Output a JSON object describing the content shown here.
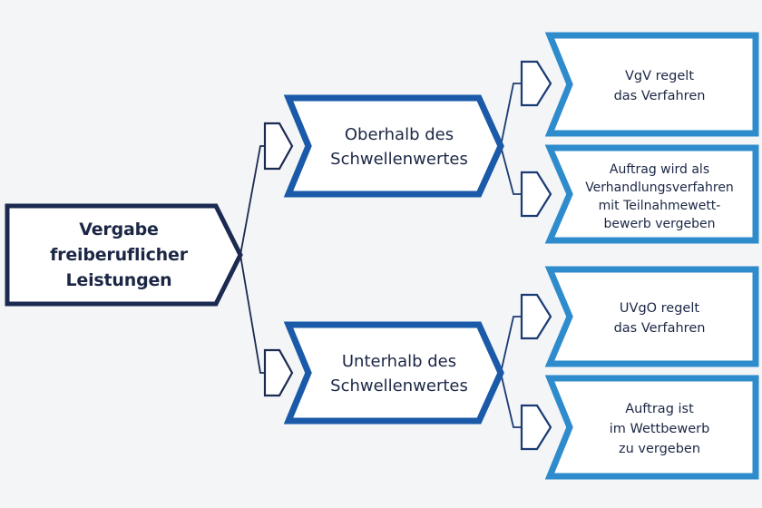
{
  "diagram": {
    "title_node": {
      "id": "root",
      "lines": [
        "Vergabe",
        "freiberuflicher",
        "Leistungen"
      ],
      "border_color": "#1b2a50",
      "fill_color": "#ffffff",
      "text_color": "#1b2745"
    },
    "branches": [
      {
        "id": "oberhalb",
        "lines": [
          "Oberhalb des",
          "Schwellenwertes"
        ],
        "border_color": "#1a5aa8",
        "fill_color": "#ffffff",
        "text_color": "#1b2745",
        "children": [
          {
            "id": "vgv",
            "lines": [
              "VgV regelt",
              "das Verfahren"
            ],
            "border_color": "#2e8bcc",
            "fill_color": "#ffffff",
            "text_color": "#1b2745"
          },
          {
            "id": "verhandlungsverfahren",
            "lines": [
              "Auftrag wird als",
              "Verhandlungsverfahren",
              "mit Teilnahmewett-",
              "bewerb vergeben"
            ],
            "border_color": "#2e8bcc",
            "fill_color": "#ffffff",
            "text_color": "#1b2745"
          }
        ]
      },
      {
        "id": "unterhalb",
        "lines": [
          "Unterhalb des",
          "Schwellenwertes"
        ],
        "border_color": "#1a5aa8",
        "fill_color": "#ffffff",
        "text_color": "#1b2745",
        "children": [
          {
            "id": "uvgo",
            "lines": [
              "UVgO regelt",
              "das Verfahren"
            ],
            "border_color": "#2e8bcc",
            "fill_color": "#ffffff",
            "text_color": "#1b2745"
          },
          {
            "id": "wettbewerb",
            "lines": [
              "Auftrag ist",
              "im Wettbewerb",
              "zu vergeben"
            ],
            "border_color": "#2e8bcc",
            "fill_color": "#ffffff",
            "text_color": "#1b2745"
          }
        ]
      }
    ],
    "connector_color": "#1b2a50",
    "background_color": "#f4f5f7"
  }
}
